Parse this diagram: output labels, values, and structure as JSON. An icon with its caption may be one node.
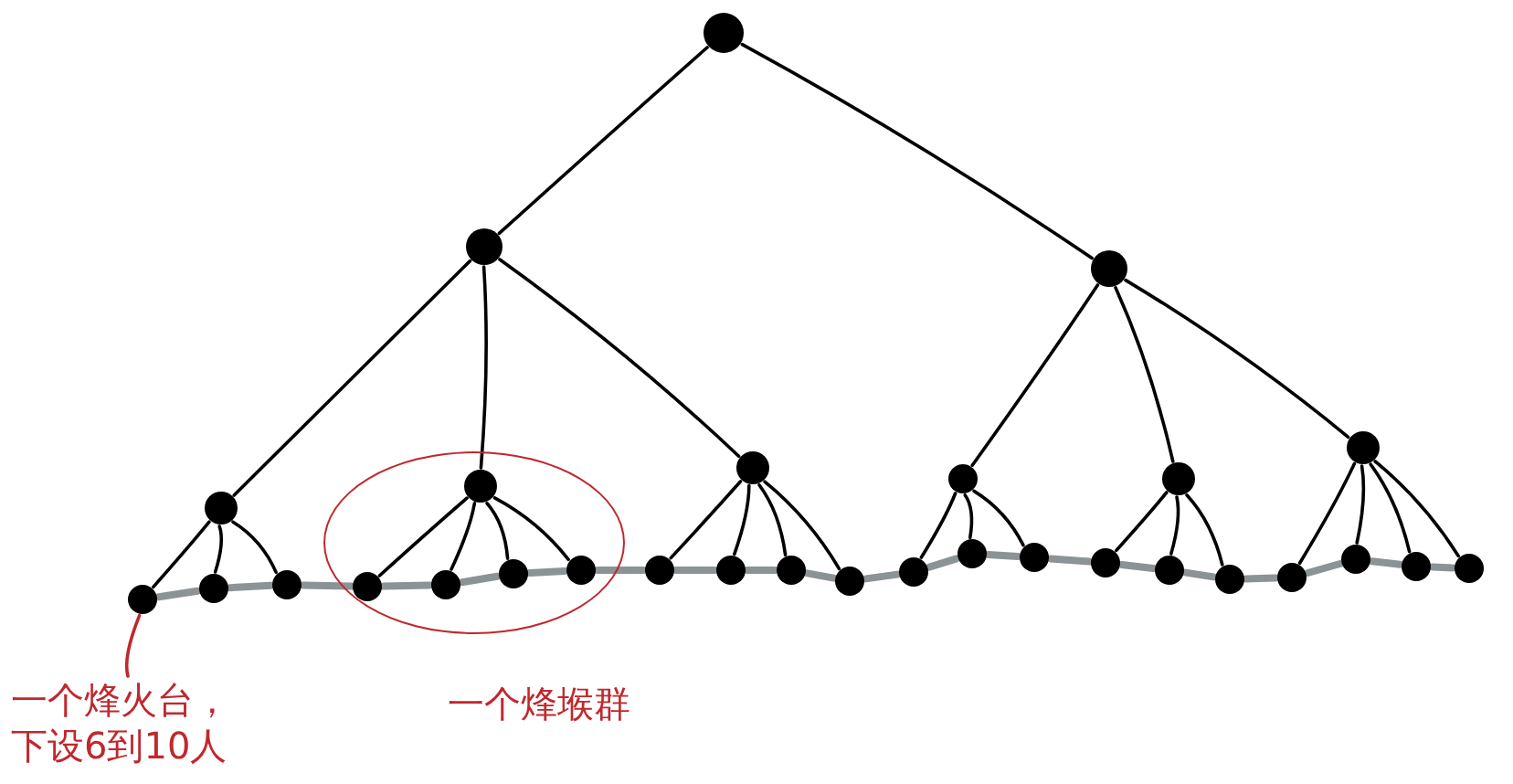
{
  "diagram": {
    "nodes": [
      {
        "text": [],
        "shape": "circle"
      },
      {
        "text": [],
        "shape": "circle"
      },
      {
        "text": [],
        "shape": "circle"
      },
      {
        "text": [],
        "shape": "circle"
      },
      {
        "text": [
          "一个烽堠群"
        ]
      },
      {
        "text": [],
        "shape": "circle",
        "in": 4
      },
      {
        "text": [],
        "shape": "circle"
      },
      {
        "text": [],
        "shape": "circle"
      },
      {
        "text": [],
        "shape": "circle"
      },
      {
        "text": [],
        "shape": "circle"
      },
      {
        "text": [],
        "shape": "circle"
      },
      {
        "text": [],
        "shape": "circle"
      },
      {
        "text": [],
        "shape": "circle"
      },
      {
        "text": [],
        "shape": "circle",
        "in": 4
      },
      {
        "text": [],
        "shape": "circle",
        "in": 4
      },
      {
        "text": [],
        "shape": "circle",
        "in": 4
      },
      {
        "text": [],
        "shape": "circle",
        "in": 4
      },
      {
        "text": [],
        "shape": "circle"
      },
      {
        "text": [],
        "shape": "circle"
      },
      {
        "text": [],
        "shape": "circle"
      },
      {
        "text": [],
        "shape": "circle"
      },
      {
        "text": [],
        "shape": "circle"
      },
      {
        "text": [],
        "shape": "circle"
      },
      {
        "text": [],
        "shape": "circle"
      },
      {
        "text": [],
        "shape": "circle"
      },
      {
        "text": [],
        "shape": "circle"
      },
      {
        "text": [],
        "shape": "circle"
      },
      {
        "text": [],
        "shape": "circle"
      },
      {
        "text": [],
        "shape": "circle"
      },
      {
        "text": [],
        "shape": "circle"
      },
      {
        "text": [],
        "shape": "circle"
      },
      {
        "text": [
          "一个烽火台，下设6到10人"
        ]
      }
    ],
    "edges": [
      {
        "from": 0,
        "to": 1,
        "arrow": "none"
      },
      {
        "from": 0,
        "to": 2,
        "arrow": "none"
      },
      {
        "from": 1,
        "to": 3,
        "arrow": "none"
      },
      {
        "from": 1,
        "to": 5,
        "arrow": "none"
      },
      {
        "from": 1,
        "to": 6,
        "arrow": "none"
      },
      {
        "from": 2,
        "to": 7,
        "arrow": "none"
      },
      {
        "from": 2,
        "to": 8,
        "arrow": "none"
      },
      {
        "from": 2,
        "to": 9,
        "arrow": "none"
      },
      {
        "from": 3,
        "to": 10,
        "arrow": "none"
      },
      {
        "from": 3,
        "to": 11,
        "arrow": "none"
      },
      {
        "from": 3,
        "to": 12,
        "arrow": "none"
      },
      {
        "from": 5,
        "to": 13,
        "arrow": "none"
      },
      {
        "from": 5,
        "to": 14,
        "arrow": "none"
      },
      {
        "from": 5,
        "to": 15,
        "arrow": "none"
      },
      {
        "from": 5,
        "to": 16,
        "arrow": "none"
      },
      {
        "from": 6,
        "to": 17,
        "arrow": "none"
      },
      {
        "from": 6,
        "to": 18,
        "arrow": "none"
      },
      {
        "from": 6,
        "to": 19,
        "arrow": "none"
      },
      {
        "from": 6,
        "to": 20,
        "arrow": "none"
      },
      {
        "from": 7,
        "to": 21,
        "arrow": "none"
      },
      {
        "from": 7,
        "to": 22,
        "arrow": "none"
      },
      {
        "from": 7,
        "to": 23,
        "arrow": "none"
      },
      {
        "from": 8,
        "to": 24,
        "arrow": "none"
      },
      {
        "from": 8,
        "to": 25,
        "arrow": "none"
      },
      {
        "from": 8,
        "to": 26,
        "arrow": "none"
      },
      {
        "from": 9,
        "to": 27,
        "arrow": "none"
      },
      {
        "from": 9,
        "to": 28,
        "arrow": "none"
      },
      {
        "from": 9,
        "to": 29,
        "arrow": "none"
      },
      {
        "from": 9,
        "to": 30,
        "arrow": "none"
      },
      {
        "from": 10,
        "to": 11,
        "arrow": "none",
        "style": "thick",
        "color": "#8c9396"
      },
      {
        "from": 11,
        "to": 12,
        "arrow": "none",
        "style": "thick",
        "color": "#8c9396"
      },
      {
        "from": 12,
        "to": 13,
        "arrow": "none",
        "style": "thick",
        "color": "#8c9396"
      },
      {
        "from": 13,
        "to": 14,
        "arrow": "none",
        "style": "thick",
        "color": "#8c9396"
      },
      {
        "from": 14,
        "to": 15,
        "arrow": "none",
        "style": "thick",
        "color": "#8c9396"
      },
      {
        "from": 15,
        "to": 16,
        "arrow": "none",
        "style": "thick",
        "color": "#8c9396"
      },
      {
        "from": 16,
        "to": 17,
        "arrow": "none",
        "style": "thick",
        "color": "#8c9396"
      },
      {
        "from": 17,
        "to": 18,
        "arrow": "none",
        "style": "thick",
        "color": "#8c9396"
      },
      {
        "from": 18,
        "to": 19,
        "arrow": "none",
        "style": "thick",
        "color": "#8c9396"
      },
      {
        "from": 19,
        "to": 20,
        "arrow": "none",
        "style": "thick",
        "color": "#8c9396"
      },
      {
        "from": 20,
        "to": 21,
        "arrow": "none",
        "style": "thick",
        "color": "#8c9396"
      },
      {
        "from": 21,
        "to": 22,
        "arrow": "none",
        "style": "thick",
        "color": "#8c9396"
      },
      {
        "from": 22,
        "to": 23,
        "arrow": "none",
        "style": "thick",
        "color": "#8c9396"
      },
      {
        "from": 23,
        "to": 24,
        "arrow": "none",
        "style": "thick",
        "color": "#8c9396"
      },
      {
        "from": 24,
        "to": 25,
        "arrow": "none",
        "style": "thick",
        "color": "#8c9396"
      },
      {
        "from": 25,
        "to": 26,
        "arrow": "none",
        "style": "thick",
        "color": "#8c9396"
      },
      {
        "from": 26,
        "to": 27,
        "arrow": "none",
        "style": "thick",
        "color": "#8c9396"
      },
      {
        "from": 27,
        "to": 28,
        "arrow": "none",
        "style": "thick",
        "color": "#8c9396"
      },
      {
        "from": 28,
        "to": 29,
        "arrow": "none",
        "style": "thick",
        "color": "#8c9396"
      },
      {
        "from": 29,
        "to": 30,
        "arrow": "none",
        "style": "thick",
        "color": "#8c9396"
      },
      {
        "from": 31,
        "to": 10,
        "arrow": "none",
        "color": "#c0282d"
      }
    ]
  }
}
